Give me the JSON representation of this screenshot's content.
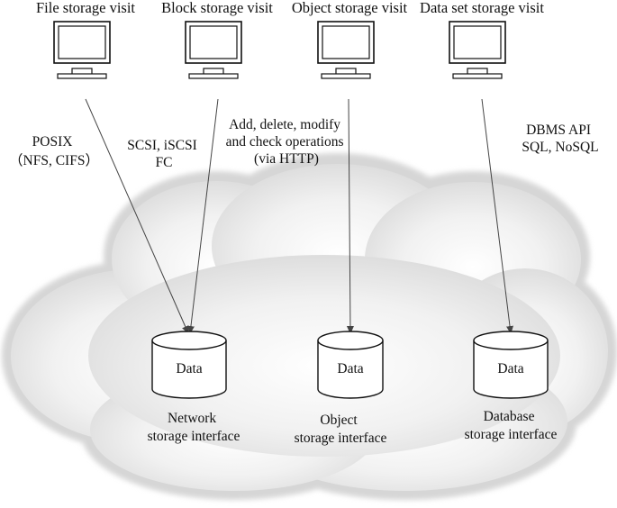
{
  "clients": [
    {
      "title": "File storage visit"
    },
    {
      "title": "Block storage visit"
    },
    {
      "title": "Object storage visit"
    },
    {
      "title": "Data set storage visit"
    }
  ],
  "protocols": {
    "file": [
      "POSIX",
      "（NFS, CIFS）"
    ],
    "block": [
      "SCSI, iSCSI",
      "FC"
    ],
    "object": [
      "Add, delete, modify",
      "and check operations",
      "(via HTTP)"
    ],
    "dataset": [
      "DBMS API",
      "SQL, NoSQL"
    ]
  },
  "stores": [
    {
      "label": "Data",
      "interface": [
        "Network",
        "storage interface"
      ]
    },
    {
      "label": "Data",
      "interface": [
        "Object",
        "storage interface"
      ]
    },
    {
      "label": "Data",
      "interface": [
        "Database",
        "storage interface"
      ]
    }
  ],
  "colors": {
    "cloud_fill": "#e8e8e8",
    "cloud_edge": "#cfcfcf",
    "line": "#444444",
    "monitor_stroke": "#111111"
  }
}
